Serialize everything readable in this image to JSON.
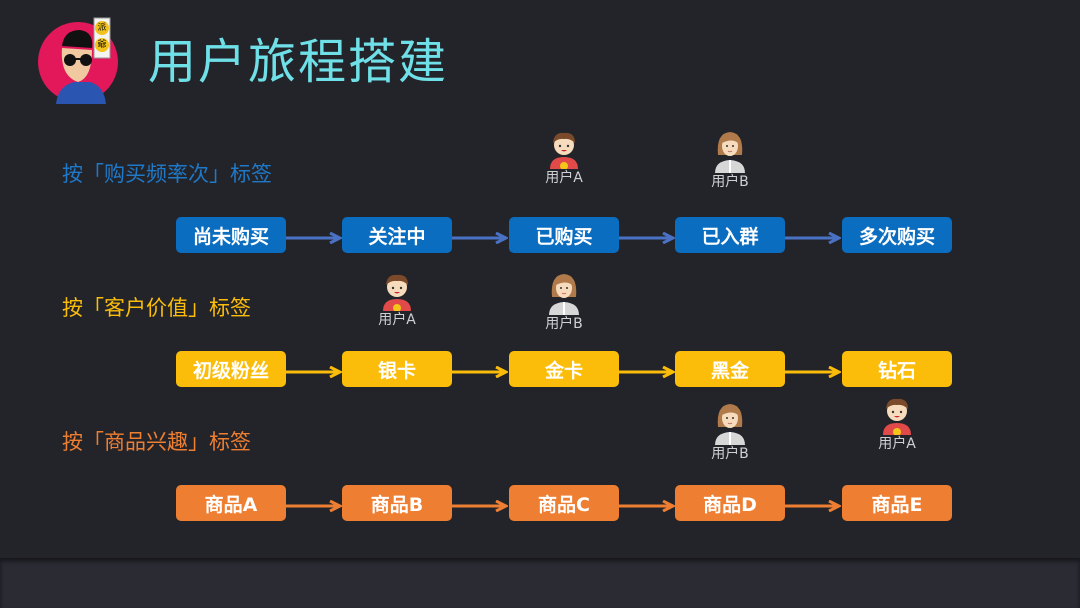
{
  "title": "用户旅程搭建",
  "logo": {
    "banner_chars": [
      "派",
      "爺"
    ]
  },
  "colors": {
    "blue": "#0a6dc0",
    "yellow": "#fbbd0a",
    "orange": "#ee7e31",
    "title": "#6fe0e8"
  },
  "rows": [
    {
      "label": "按「购买频率次」标签",
      "color": "#1f78c8",
      "steps": [
        "尚未购买",
        "关注中",
        "已购买",
        "已入群",
        "多次购买"
      ],
      "users": [
        {
          "name": "用户A",
          "step": 2,
          "avatar": "boy-icon"
        },
        {
          "name": "用户B",
          "step": 3,
          "avatar": "girl-icon"
        }
      ]
    },
    {
      "label": "按「客户价值」标签",
      "color": "#fbbd0a",
      "steps": [
        "初级粉丝",
        "银卡",
        "金卡",
        "黑金",
        "钻石"
      ],
      "users": [
        {
          "name": "用户A",
          "step": 1,
          "avatar": "boy-icon"
        },
        {
          "name": "用户B",
          "step": 2,
          "avatar": "girl-icon"
        }
      ]
    },
    {
      "label": "按「商品兴趣」标签",
      "color": "#ee7e31",
      "steps": [
        "商品A",
        "商品B",
        "商品C",
        "商品D",
        "商品E"
      ],
      "users": [
        {
          "name": "用户B",
          "step": 3,
          "avatar": "girl-icon"
        },
        {
          "name": "用户A",
          "step": 4,
          "avatar": "boy-icon"
        }
      ]
    }
  ]
}
